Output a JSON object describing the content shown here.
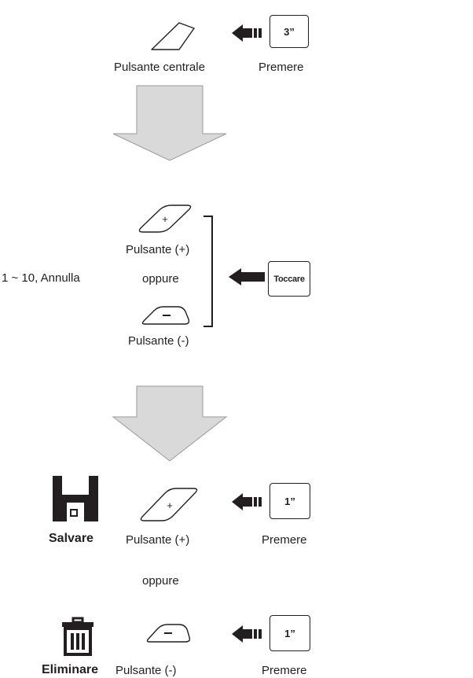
{
  "step1": {
    "button_label": "Pulsante centrale",
    "key_label": "3”",
    "action_label": "Premere"
  },
  "step2": {
    "range_label": "1 ~ 10, Annulla",
    "plus_button_label": "Pulsante (+)",
    "or_label": "oppure",
    "minus_button_label": "Pulsante (-)",
    "key_label": "Toccare"
  },
  "step3": {
    "save": {
      "label": "Salvare",
      "button_label": "Pulsante (+)",
      "key_label": "1”",
      "action_label": "Premere"
    },
    "or_label": "oppure",
    "delete": {
      "label": "Eliminare",
      "button_label": "Pulsante (-)",
      "key_label": "1”",
      "action_label": "Premere"
    }
  },
  "icons": {
    "flow_arrow_color": "#d9d9d9",
    "ink_color": "#231f20"
  }
}
